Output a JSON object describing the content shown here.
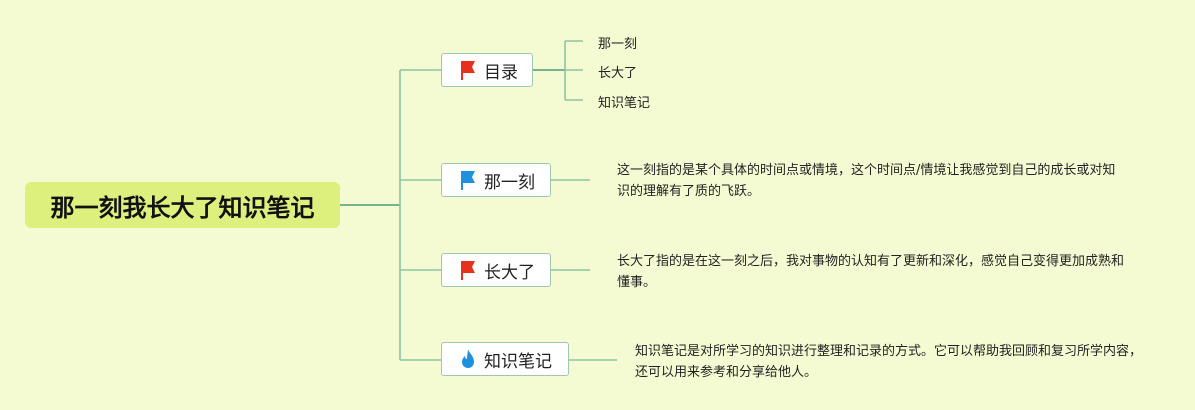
{
  "root": {
    "title": "那一刻我长大了知识笔记"
  },
  "branches": [
    {
      "label": "目录",
      "icon": "red-flag-icon",
      "children": [
        "那一刻",
        "长大了",
        "知识笔记"
      ]
    },
    {
      "label": "那一刻",
      "icon": "blue-flag-icon",
      "description": "这一刻指的是某个具体的时间点或情境，这个时间点/情境让我感觉到自己的成长或对知识的理解有了质的飞跃。"
    },
    {
      "label": "长大了",
      "icon": "red-flag-icon",
      "description": "长大了指的是在这一刻之后，我对事物的认知有了更新和深化，感觉自己变得更加成熟和懂事。"
    },
    {
      "label": "知识笔记",
      "icon": "fire-icon",
      "description": "知识笔记是对所学习的知识进行整理和记录的方式。它可以帮助我回顾和复习所学内容，还可以用来参考和分享给他人。"
    }
  ],
  "colors": {
    "background": "#f4fbd2",
    "root": "#ddf07e",
    "line": "#8cc4a0",
    "red_flag": "#e8301c",
    "blue_flag": "#1e90e0"
  }
}
